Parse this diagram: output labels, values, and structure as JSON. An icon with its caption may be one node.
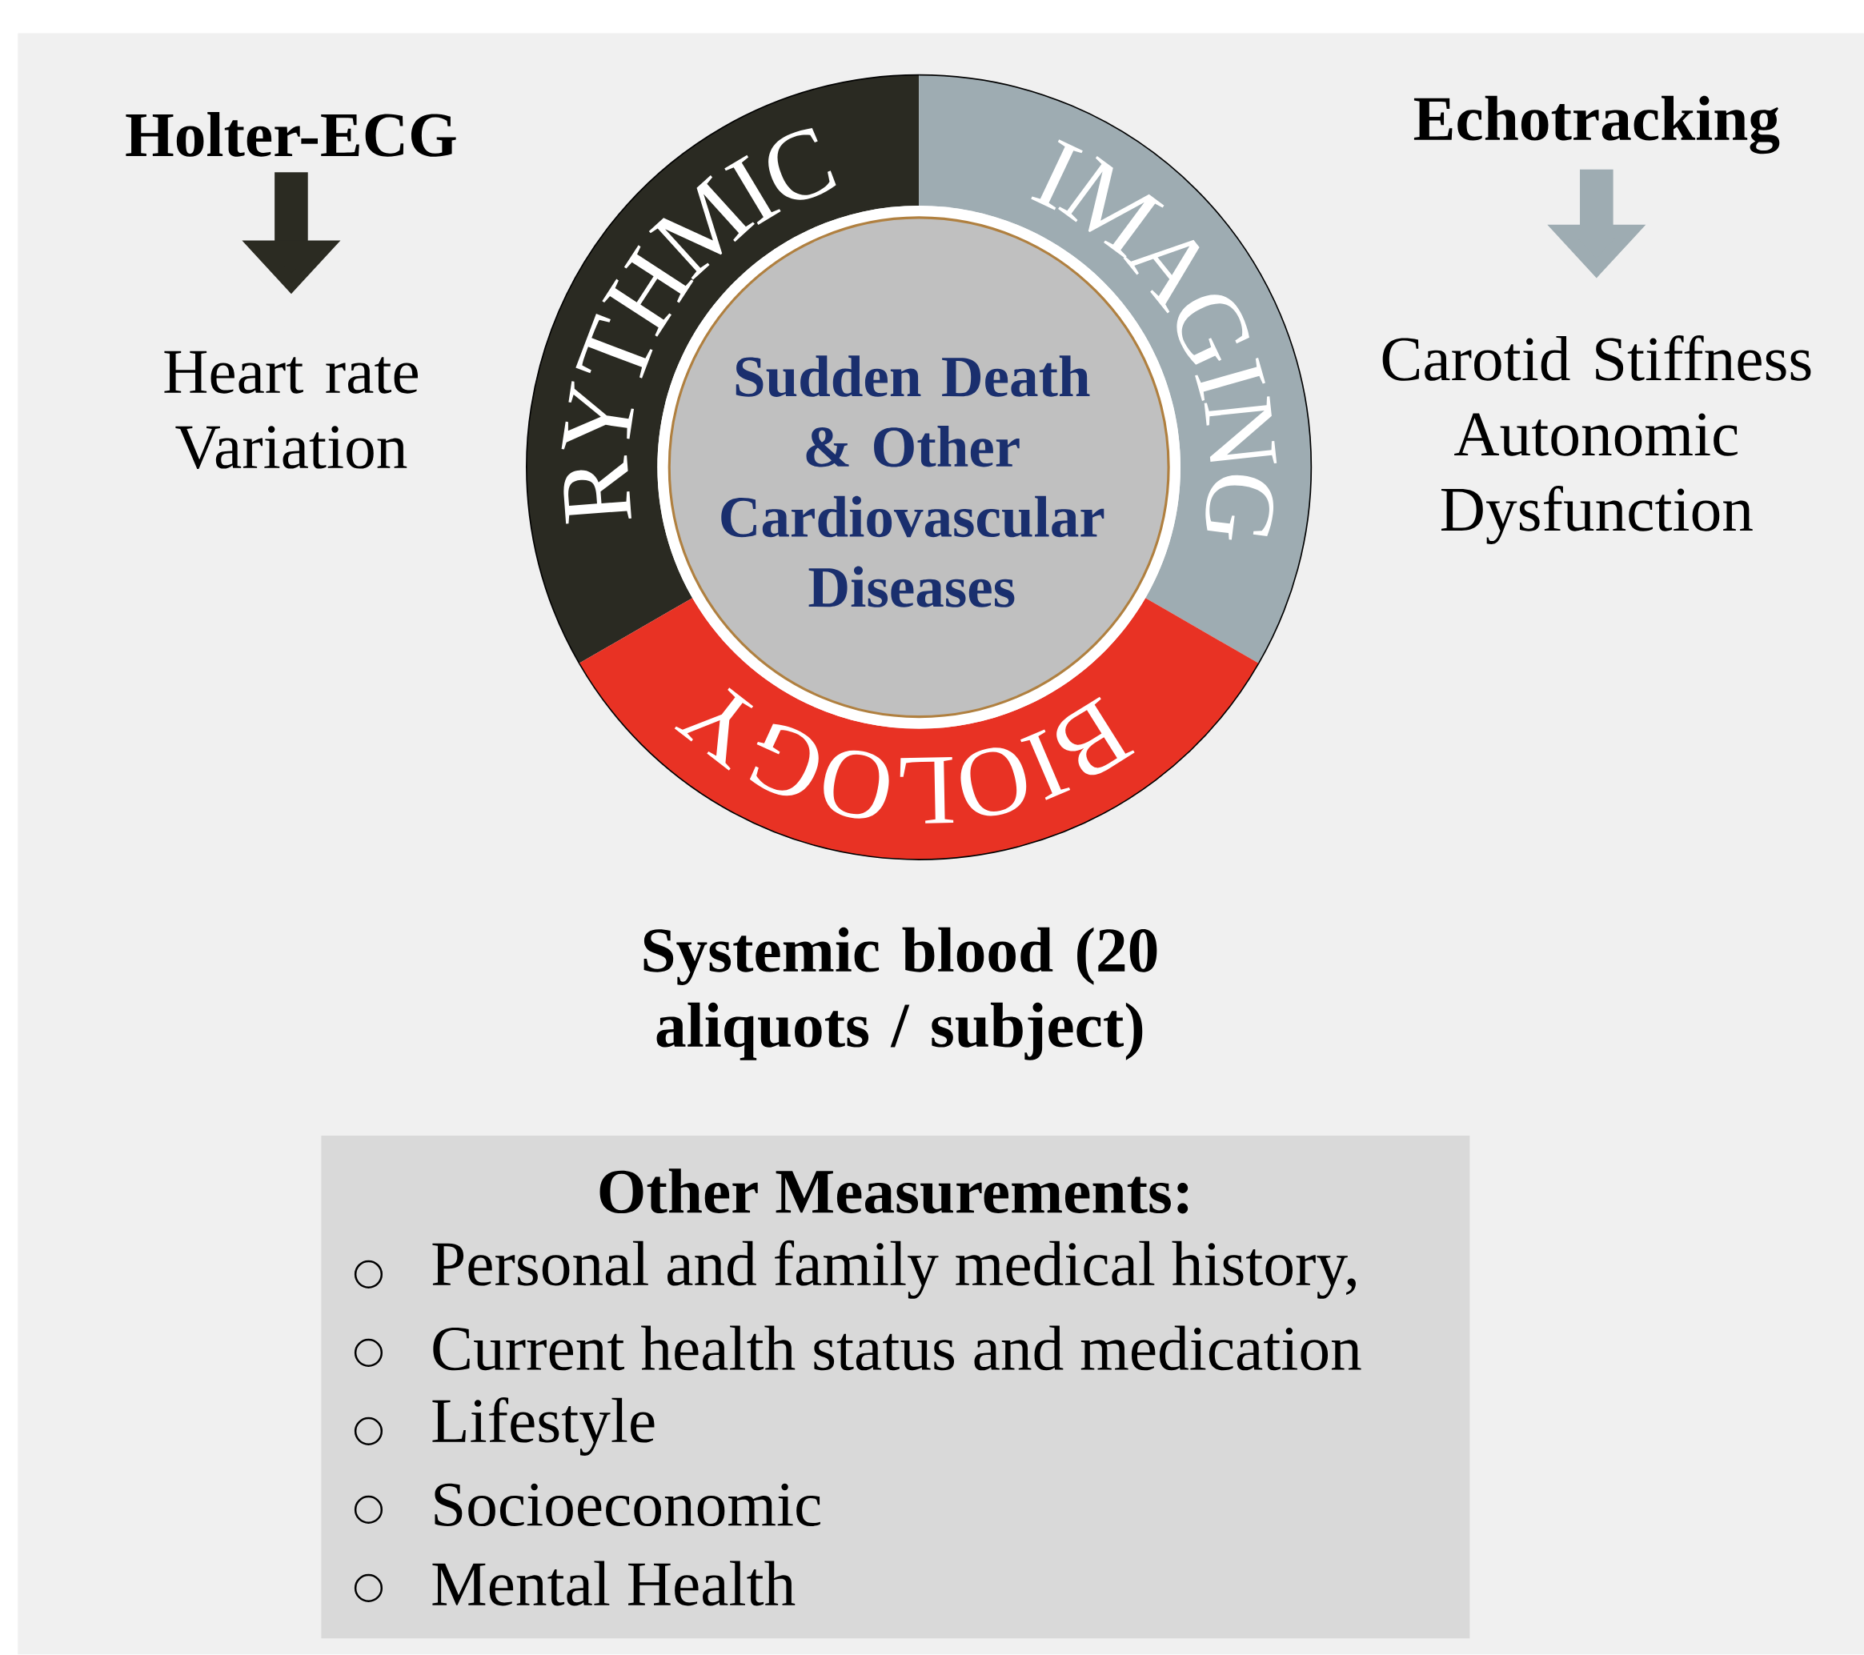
{
  "diagram": {
    "nodes": [
      {
        "text": [
          "Holter-ECG"
        ]
      },
      {
        "text": [
          "Heart rate Variation"
        ]
      },
      {
        "text": [
          "Echotracking"
        ]
      },
      {
        "text": [
          "Carotid Stiffness Autonomic Dysfunction"
        ]
      },
      {
        "text": [
          "RYTHMIC"
        ]
      },
      {
        "text": [
          "IMAGING"
        ]
      },
      {
        "text": [
          "BIOLOGY"
        ]
      },
      {
        "text": [
          "Sudden Death & Other Cardiovascular Diseases"
        ]
      },
      {
        "text": [
          "Other Measurements:",
          "Personal and family medical history,",
          "Current health status and medication",
          "Lifestyle",
          "Socioeconomic",
          "Mental Health"
        ]
      }
    ],
    "edges": [
      {
        "from": 0,
        "to": 1,
        "arrow": "to",
        "color": "#2b2b22"
      },
      {
        "from": 2,
        "to": 3,
        "arrow": "to",
        "color": "#9eacb2"
      }
    ],
    "labels": [
      "Systemic blood (20 aliquots / subject)"
    ]
  }
}
